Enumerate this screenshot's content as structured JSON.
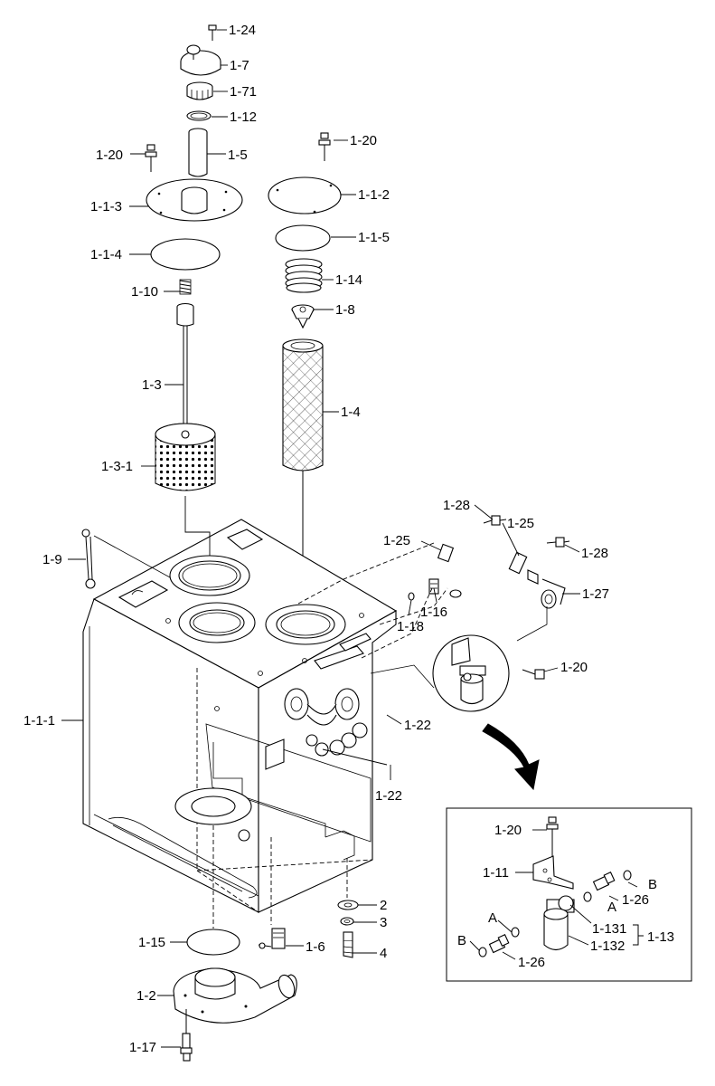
{
  "labels": [
    {
      "id": "1-24",
      "text": "1-24"
    },
    {
      "id": "1-7",
      "text": "1-7"
    },
    {
      "id": "1-71",
      "text": "1-71"
    },
    {
      "id": "1-12",
      "text": "1-12"
    },
    {
      "id": "1-5",
      "text": "1-5"
    },
    {
      "id": "1-20a",
      "text": "1-20"
    },
    {
      "id": "1-20b",
      "text": "1-20"
    },
    {
      "id": "1-1-3",
      "text": "1-1-3"
    },
    {
      "id": "1-1-2",
      "text": "1-1-2"
    },
    {
      "id": "1-1-4",
      "text": "1-1-4"
    },
    {
      "id": "1-1-5",
      "text": "1-1-5"
    },
    {
      "id": "1-14",
      "text": "1-14"
    },
    {
      "id": "1-10",
      "text": "1-10"
    },
    {
      "id": "1-8",
      "text": "1-8"
    },
    {
      "id": "1-3",
      "text": "1-3"
    },
    {
      "id": "1-4",
      "text": "1-4"
    },
    {
      "id": "1-3-1",
      "text": "1-3-1"
    },
    {
      "id": "1-28a",
      "text": "1-28"
    },
    {
      "id": "1-25a",
      "text": "1-25"
    },
    {
      "id": "1-25b",
      "text": "1-25"
    },
    {
      "id": "1-28b",
      "text": "1-28"
    },
    {
      "id": "1-9",
      "text": "1-9"
    },
    {
      "id": "1-27",
      "text": "1-27"
    },
    {
      "id": "1-16",
      "text": "1-16"
    },
    {
      "id": "1-18",
      "text": "1-18"
    },
    {
      "id": "1-20c",
      "text": "1-20"
    },
    {
      "id": "1-1-1",
      "text": "1-1-1"
    },
    {
      "id": "1-22a",
      "text": "1-22"
    },
    {
      "id": "1-22b",
      "text": "1-22"
    },
    {
      "id": "1-20d",
      "text": "1-20"
    },
    {
      "id": "1-11",
      "text": "1-11"
    },
    {
      "id": "B1",
      "text": "B"
    },
    {
      "id": "A1",
      "text": "A"
    },
    {
      "id": "1-26a",
      "text": "1-26"
    },
    {
      "id": "A2",
      "text": "A"
    },
    {
      "id": "1-131",
      "text": "1-131"
    },
    {
      "id": "1-13",
      "text": "1-13"
    },
    {
      "id": "B2",
      "text": "B"
    },
    {
      "id": "1-132",
      "text": "1-132"
    },
    {
      "id": "1-26b",
      "text": "1-26"
    },
    {
      "id": "2",
      "text": "2"
    },
    {
      "id": "3",
      "text": "3"
    },
    {
      "id": "1-15",
      "text": "1-15"
    },
    {
      "id": "1-6",
      "text": "1-6"
    },
    {
      "id": "4",
      "text": "4"
    },
    {
      "id": "1-2",
      "text": "1-2"
    },
    {
      "id": "1-17",
      "text": "1-17"
    }
  ]
}
